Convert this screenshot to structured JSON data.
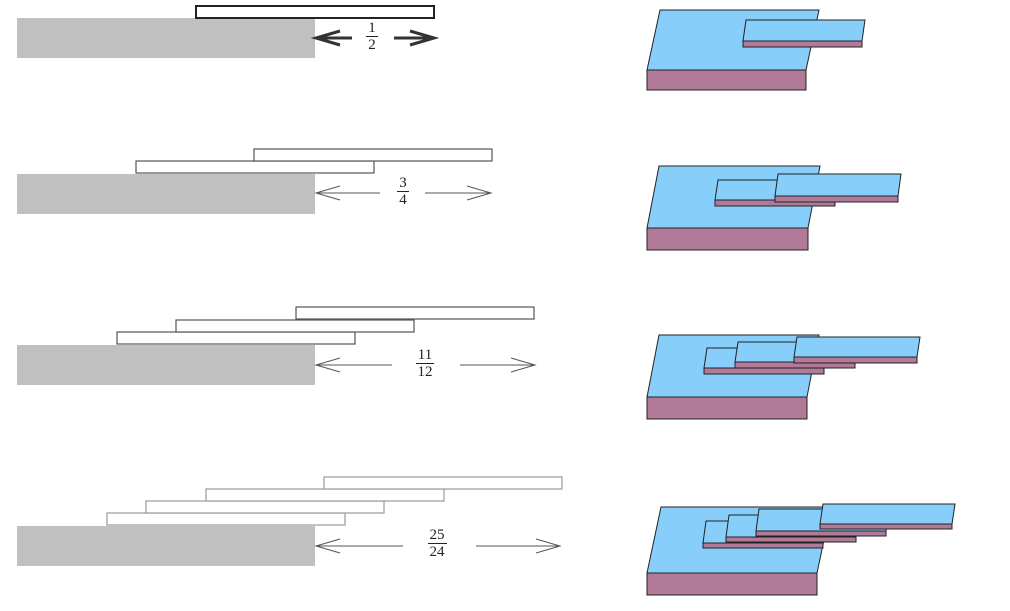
{
  "diagram": {
    "rows": [
      {
        "numerator": "1",
        "denominator": "2"
      },
      {
        "numerator": "3",
        "denominator": "4"
      },
      {
        "numerator": "11",
        "denominator": "12"
      },
      {
        "numerator": "25",
        "denominator": "24"
      }
    ],
    "colors": {
      "table": "#c0c0c0",
      "slab_top": "#87cefa",
      "slab_side": "#b07a98"
    }
  }
}
